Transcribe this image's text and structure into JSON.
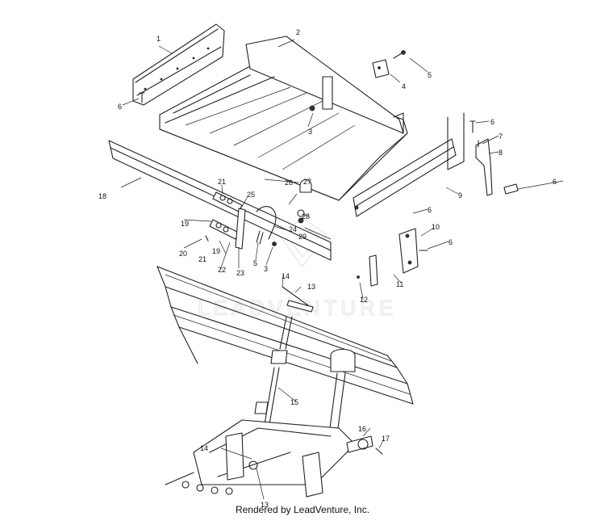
{
  "credit": "Rendered by LeadVenture, Inc.",
  "watermark": "LEADVENTURE",
  "callouts": [
    "1",
    "2",
    "3",
    "4",
    "5",
    "6",
    "3",
    "6",
    "7",
    "8",
    "6",
    "9",
    "6",
    "10",
    "6",
    "11",
    "12",
    "13",
    "14",
    "15",
    "16",
    "17",
    "18",
    "19",
    "19",
    "20",
    "21",
    "21",
    "22",
    "23",
    "24",
    "25",
    "26",
    "27",
    "28",
    "29",
    "5",
    "13",
    "14"
  ],
  "colors": {
    "line": "#222222",
    "background": "#ffffff",
    "watermark": "#cfcfcf"
  }
}
